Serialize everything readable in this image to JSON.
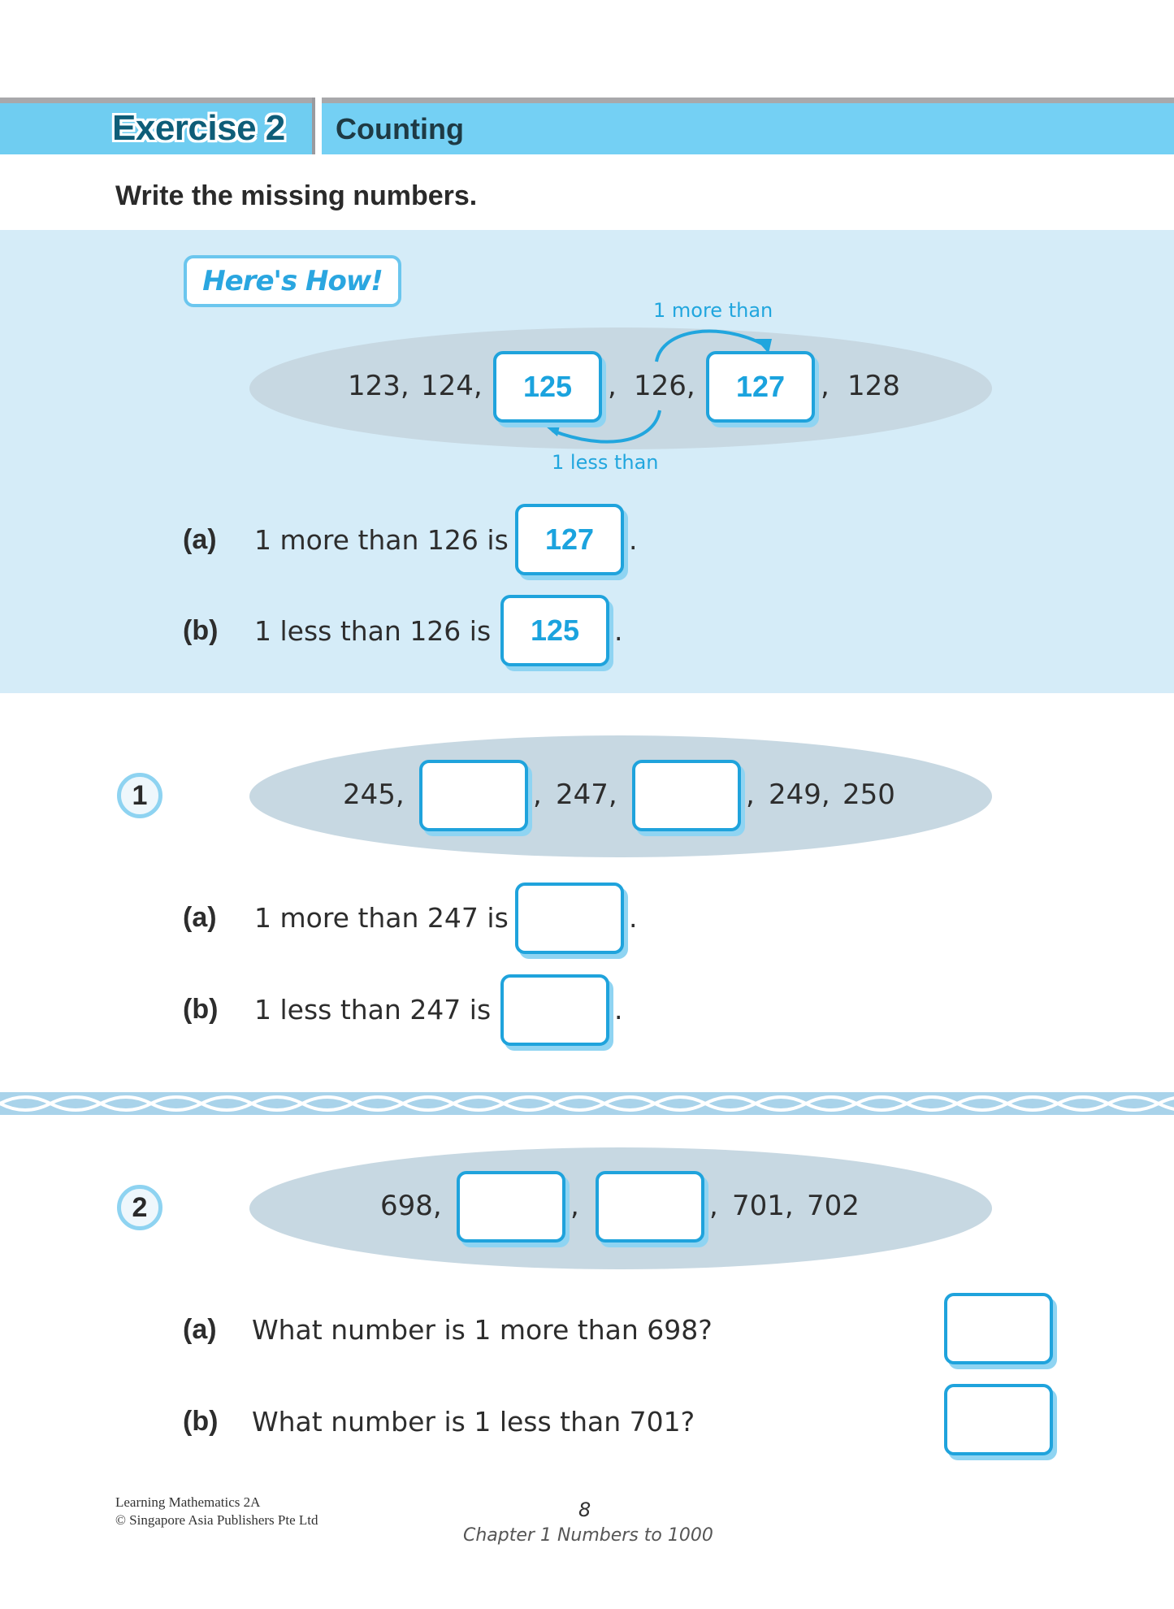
{
  "header": {
    "exercise_label": "Exercise 2",
    "title": "Counting"
  },
  "instruction": "Write the missing numbers.",
  "example": {
    "badge": "Here's How!",
    "sequence": {
      "n1": "123,",
      "n2": "124,",
      "box1": "125",
      "sep1": ",",
      "n3": "126,",
      "box2": "127",
      "sep2": ",",
      "n4": "128"
    },
    "arc_top_label": "1 more than",
    "arc_bottom_label": "1 less than",
    "questions": [
      {
        "label": "(a)",
        "text": "1 more than 126 is",
        "answer": "127",
        "end": "."
      },
      {
        "label": "(b)",
        "text": "1 less than 126 is",
        "answer": "125",
        "end": "."
      }
    ]
  },
  "problems": [
    {
      "number": "1",
      "sequence": {
        "n1": "245,",
        "box1": "",
        "sep1": ",",
        "n2": "247,",
        "box2": "",
        "sep2": ",",
        "n3": "249,",
        "n4": "250"
      },
      "questions": [
        {
          "label": "(a)",
          "text": "1 more than 247 is",
          "answer": "",
          "end": "."
        },
        {
          "label": "(b)",
          "text": "1 less than 247 is",
          "answer": "",
          "end": "."
        }
      ]
    },
    {
      "number": "2",
      "sequence": {
        "n1": "698,",
        "box1": "",
        "sep1": ",",
        "box2": "",
        "sep2": ",",
        "n2": "701,",
        "n3": "702"
      },
      "questions": [
        {
          "label": "(a)",
          "text": "What number is 1 more than 698?",
          "answer": ""
        },
        {
          "label": "(b)",
          "text": "What number is 1 less than 701?",
          "answer": ""
        }
      ]
    }
  ],
  "footer": {
    "book": "Learning Mathematics 2A",
    "copyright": "© Singapore Asia Publishers Pte Ltd",
    "page": "8",
    "chapter": "Chapter 1  Numbers to 1000"
  },
  "colors": {
    "header_blue": "#74d0f4",
    "section_bg": "#d5ecf8",
    "box_border": "#1fa3dc",
    "answer_text": "#1ba3de",
    "ellipse": "#c7d8e2",
    "exercise_label": "#0e5d78"
  }
}
